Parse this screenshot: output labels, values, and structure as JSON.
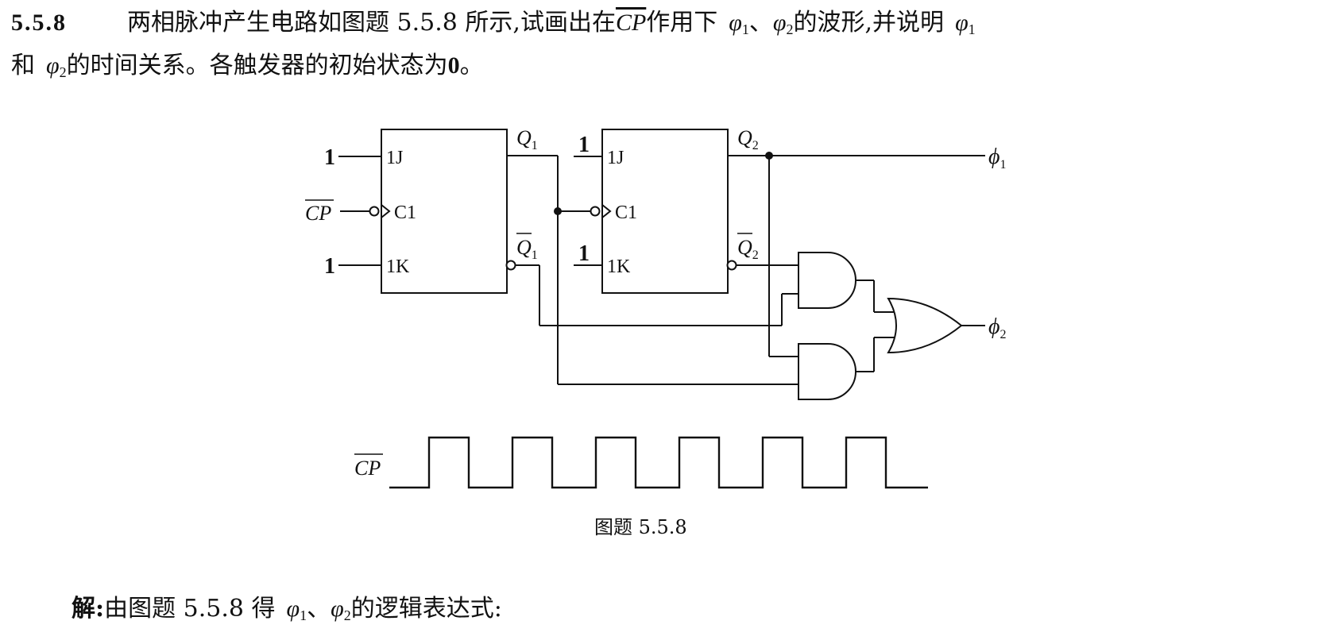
{
  "problem": {
    "number": "5.5.8",
    "line1_text_a": "两相脉冲产生电路如图题 5.5.8 所示,试画出在",
    "line1_cp": "CP",
    "line1_text_b": "作用下",
    "phi1_symbol": "φ",
    "phi1_sub": "1",
    "separator": "、",
    "phi2_symbol": "φ",
    "phi2_sub": "2",
    "line1_text_c": "的波形,并说明",
    "line1_end_symbol": "φ",
    "line1_end_sub": "1",
    "line2_text_a": "和",
    "line2_symbol": "φ",
    "line2_sub": "2",
    "line2_text_b": "的时间关系。各触发器的初始状态为",
    "line2_zero": "0",
    "line2_end": "。"
  },
  "diagram": {
    "ff1": {
      "input_j_value": "1",
      "input_k_value": "1",
      "pin_j": "1J",
      "pin_c": "C1",
      "pin_k": "1K",
      "clock_input": "CP",
      "output_q": "Q",
      "output_q_sub": "1",
      "output_qbar": "Q",
      "output_qbar_sub": "1"
    },
    "ff2": {
      "input_j_value": "1",
      "input_k_value": "1",
      "pin_j": "1J",
      "pin_c": "C1",
      "pin_k": "1K",
      "output_q": "Q",
      "output_q_sub": "2",
      "output_qbar": "Q",
      "output_qbar_sub": "2"
    },
    "out1_symbol": "ϕ",
    "out1_sub": "1",
    "out2_symbol": "ϕ",
    "out2_sub": "2",
    "waveform_label": "CP",
    "waveform_pulses": 6,
    "caption": "图题 5.5.8"
  },
  "solution": {
    "label": "解",
    "colon": ":",
    "text_a": "由图题 5.5.8 得",
    "phi1_symbol": "φ",
    "phi1_sub": "1",
    "separator": "、",
    "phi2_symbol": "φ",
    "phi2_sub": "2",
    "text_b": "的逻辑表达式:"
  }
}
